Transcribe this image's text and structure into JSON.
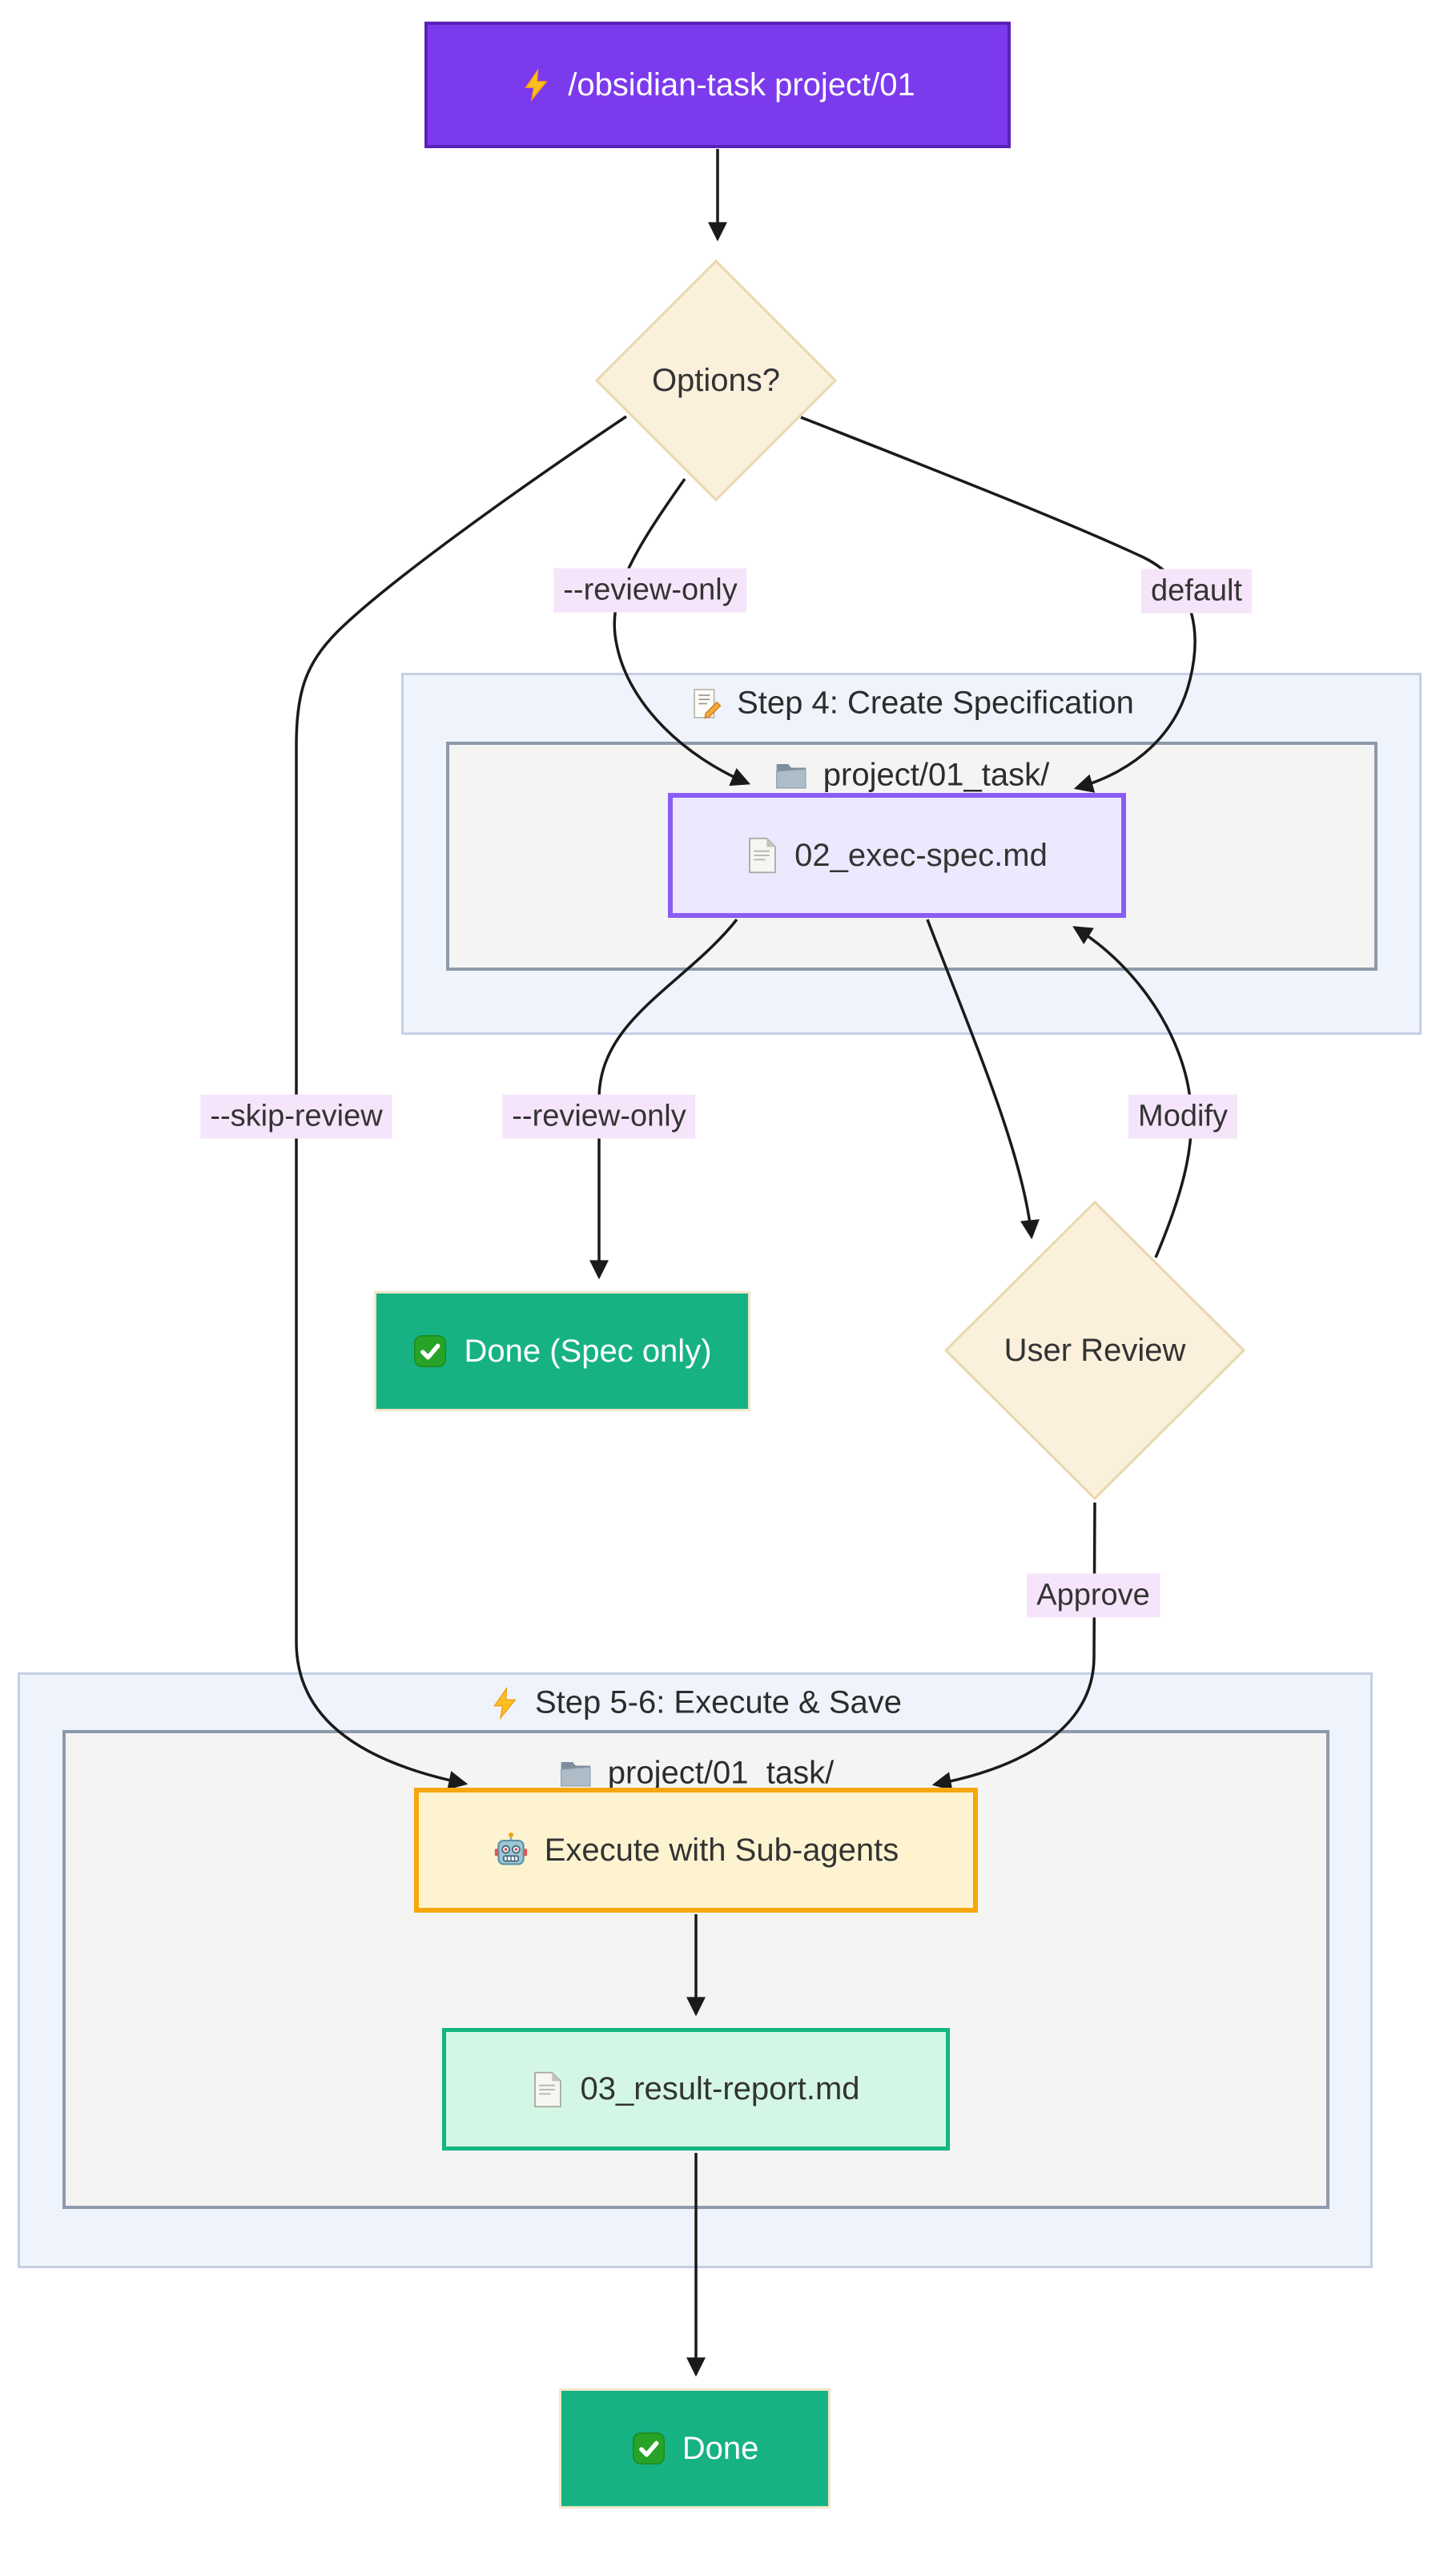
{
  "diagram": {
    "type": "flowchart",
    "nodes": {
      "start": {
        "icon": "zap-icon",
        "label": "/obsidian-task project/01"
      },
      "options": {
        "label": "Options?"
      },
      "spec": {
        "icon": "page-icon",
        "label": "02_exec-spec.md"
      },
      "done_spec": {
        "icon": "check-icon",
        "label": "Done (Spec only)"
      },
      "user_review": {
        "label": "User Review"
      },
      "execute": {
        "icon": "robot-icon",
        "label": "Execute with Sub-agents"
      },
      "report": {
        "icon": "page-icon",
        "label": "03_result-report.md"
      },
      "done": {
        "icon": "check-icon",
        "label": "Done"
      }
    },
    "clusters": {
      "step4": {
        "icon": "memo-icon",
        "title": "Step 4: Create Specification"
      },
      "step4_folder": {
        "icon": "folder-icon",
        "title": "project/01_task/"
      },
      "step56": {
        "icon": "zap-icon",
        "title": "Step 5-6: Execute & Save"
      },
      "step56_folder": {
        "icon": "folder-icon",
        "title": "project/01_task/"
      }
    },
    "edge_labels": {
      "review_only_top": "--review-only",
      "default_branch": "default",
      "skip_review": "--skip-review",
      "review_only_mid": "--review-only",
      "modify": "Modify",
      "approve": "Approve"
    },
    "colors": {
      "start_fill": "#7c3aed",
      "start_border": "#5b21b6",
      "start_text": "#ffffff",
      "decision_fill": "#faf0dc",
      "decision_border": "#e9d8ae",
      "node_text": "#333333",
      "cluster_fill": "#eff3fb",
      "cluster_border": "#c4cfe6",
      "folder_fill": "#f4f4f3",
      "folder_border": "#8e9aab",
      "spec_fill": "#ede8fd",
      "spec_border": "#8b5cf6",
      "green_fill": "#17b283",
      "green_border": "#f2e6c9",
      "green_text": "#ffffff",
      "execute_fill": "#fdf3d0",
      "execute_border": "#f6a70b",
      "report_fill": "#d3f7e4",
      "report_border": "#13b581",
      "label_bg": "#f6e4fa",
      "label_text": "#333333",
      "edge_color": "#1a1a1a"
    }
  }
}
